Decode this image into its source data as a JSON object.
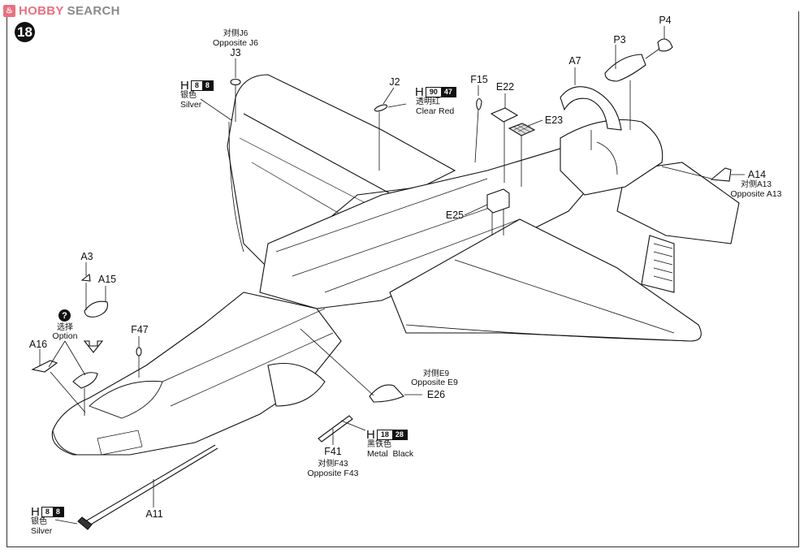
{
  "watermark": {
    "brand_primary": "HOBBY",
    "brand_secondary": "SEARCH",
    "accent_color": "#e9717f"
  },
  "step_number": "18",
  "option_marker": {
    "icon": "question-mark-icon",
    "glyph": "?",
    "label_cn": "选择",
    "label_en": "Option"
  },
  "paints": [
    {
      "id": "j3-paint",
      "prefix": "H",
      "code1": "8",
      "code2": "8",
      "label_cn": "银色",
      "label_en": "Silver"
    },
    {
      "id": "j2-paint",
      "prefix": "H",
      "code1": "90",
      "code2": "47",
      "label_cn": "透明红",
      "label_en": "Clear Red"
    },
    {
      "id": "f41-paint",
      "prefix": "H",
      "code1": "18",
      "code2": "28",
      "label_cn": "黑铁色",
      "label_en": "Metal  Black"
    },
    {
      "id": "a11-paint",
      "prefix": "H",
      "code1": "8",
      "code2": "8",
      "label_cn": "银色",
      "label_en": "Silver"
    }
  ],
  "parts": {
    "J3": {
      "label": "J3",
      "opposite_cn": "对侧J6",
      "opposite_en": "Opposite J6"
    },
    "J2": {
      "label": "J2"
    },
    "F15": {
      "label": "F15"
    },
    "E22": {
      "label": "E22"
    },
    "E23": {
      "label": "E23"
    },
    "A7": {
      "label": "A7"
    },
    "P3": {
      "label": "P3"
    },
    "P4": {
      "label": "P4"
    },
    "A14": {
      "label": "A14",
      "opposite_cn": "对侧A13",
      "opposite_en": "Opposite A13"
    },
    "E25": {
      "label": "E25"
    },
    "A3": {
      "label": "A3"
    },
    "A15": {
      "label": "A15"
    },
    "A16": {
      "label": "A16"
    },
    "F47": {
      "label": "F47"
    },
    "E26": {
      "label": "E26",
      "opposite_cn": "对侧E9",
      "opposite_en": "Opposite E9"
    },
    "F41": {
      "label": "F41",
      "opposite_cn": "对侧F43",
      "opposite_en": "Opposite F43"
    },
    "A11": {
      "label": "A11"
    }
  }
}
